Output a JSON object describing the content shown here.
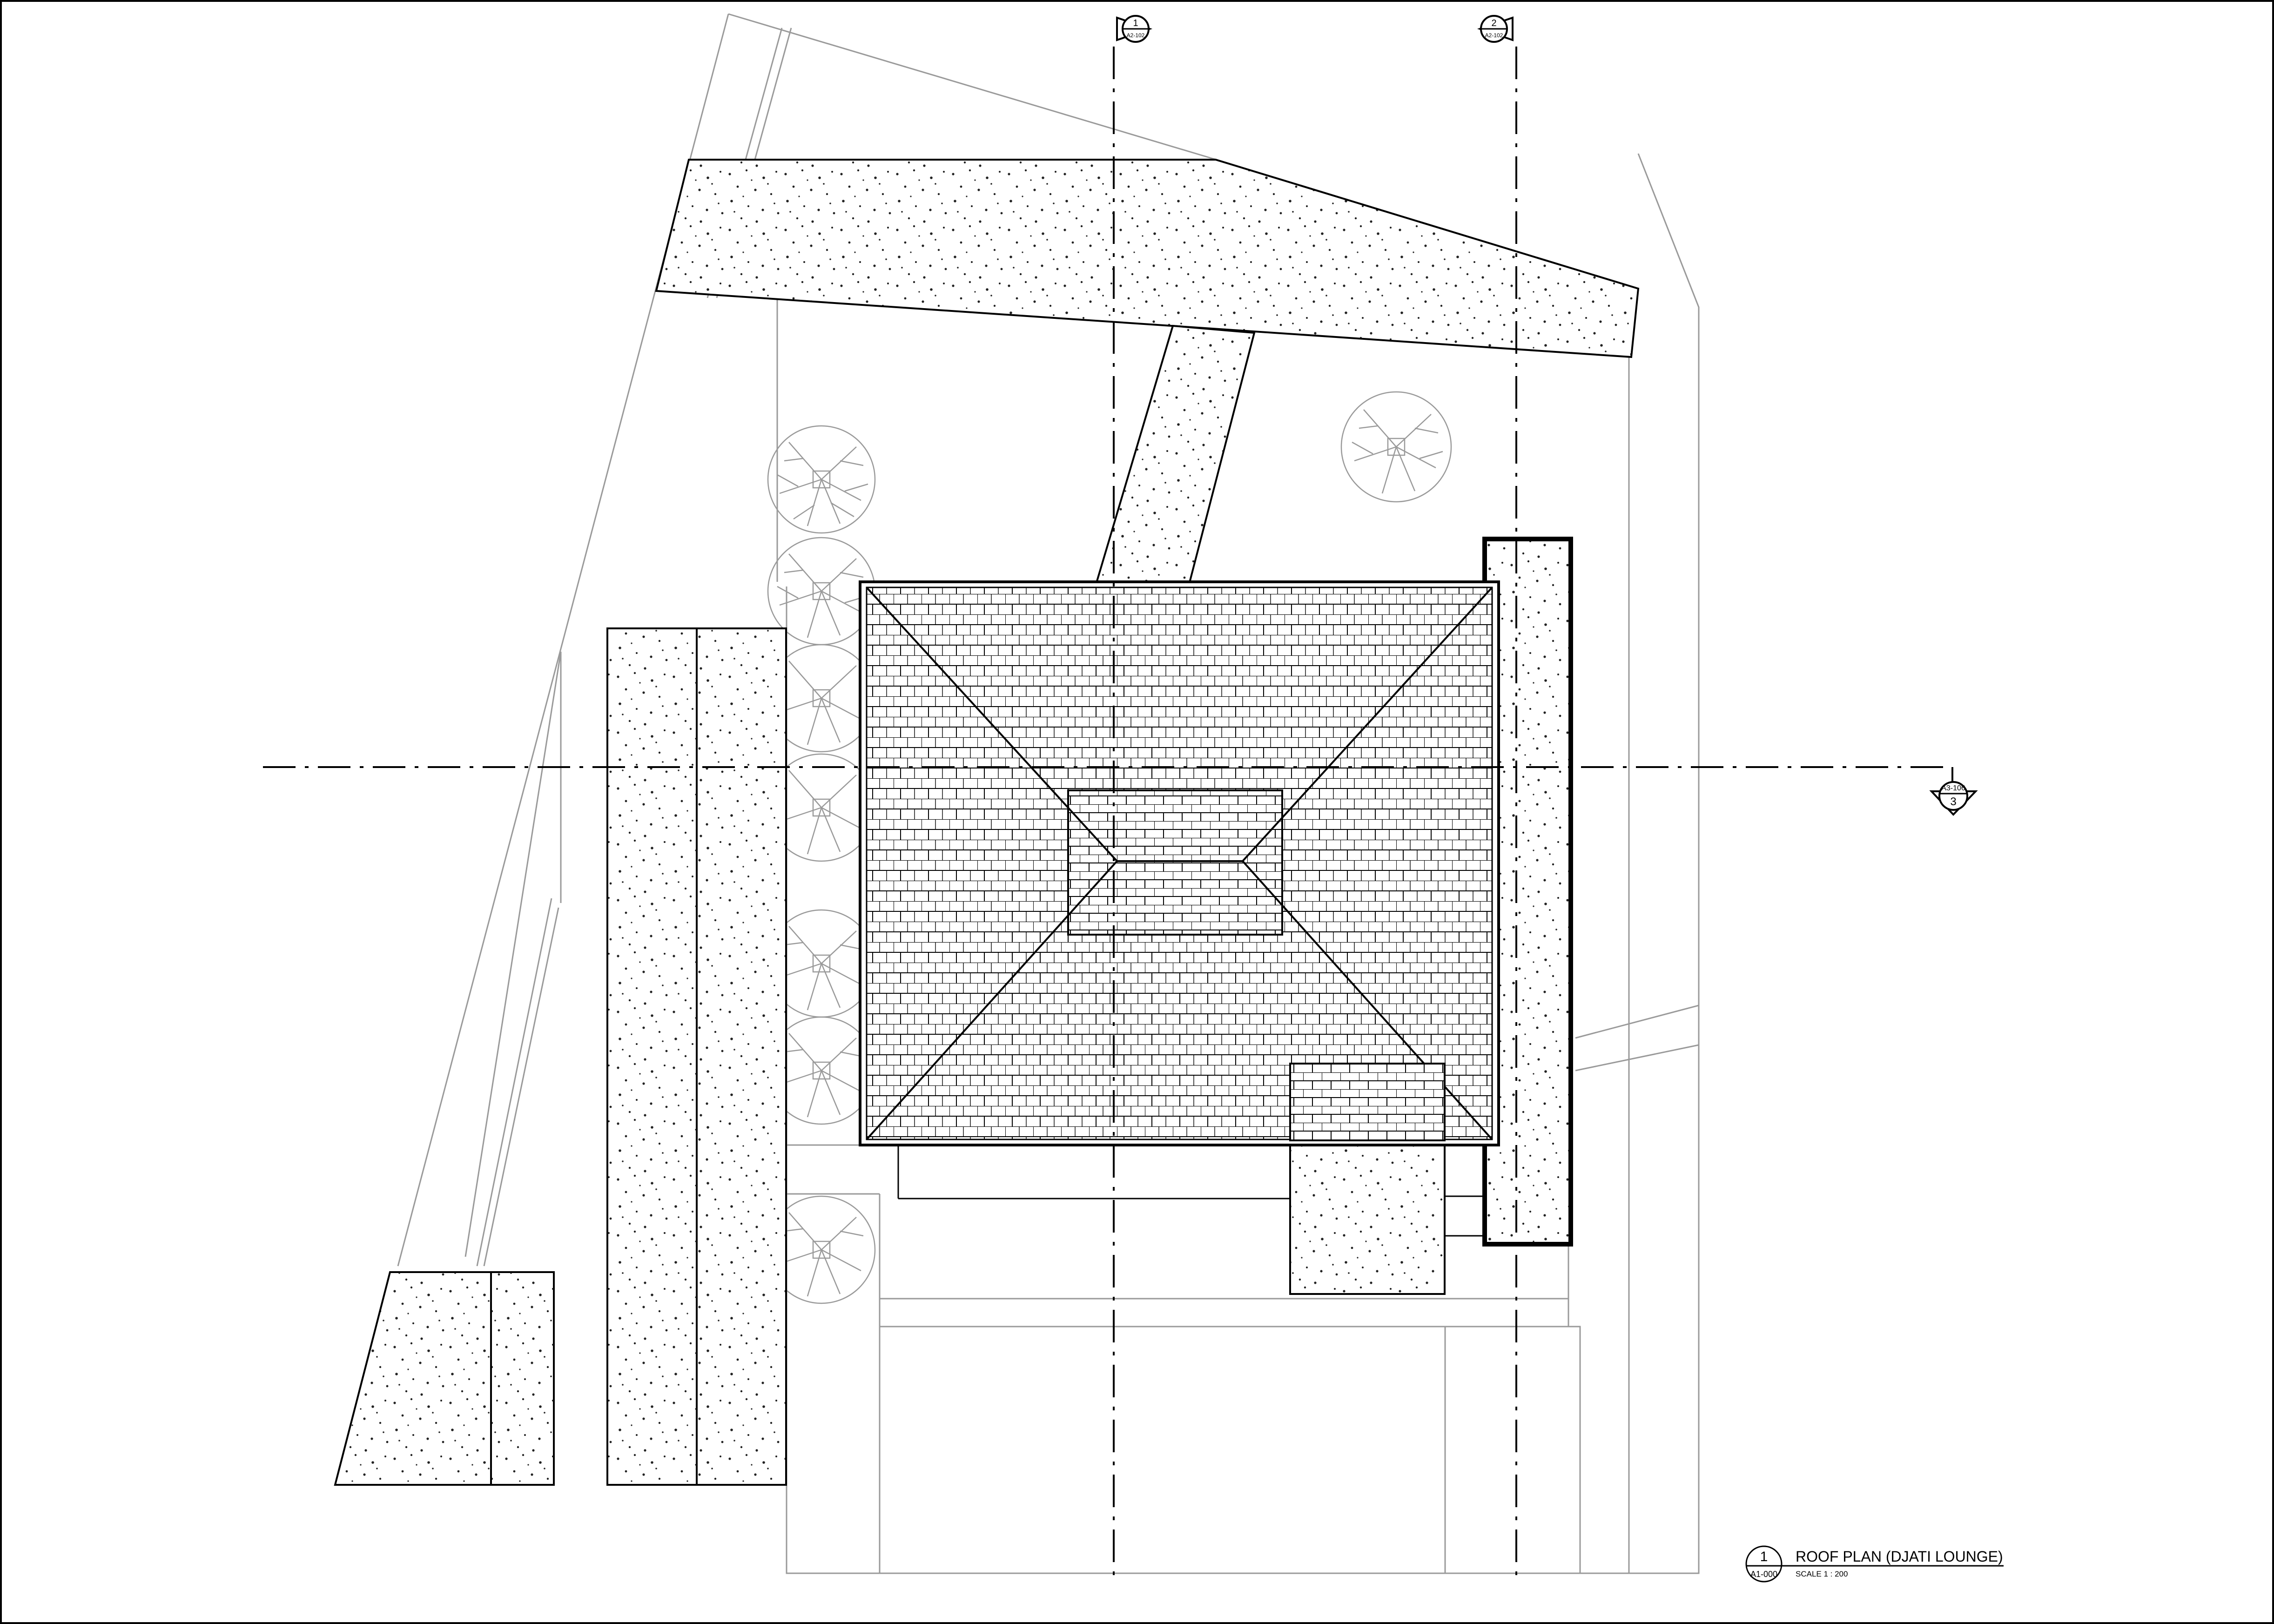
{
  "title_block": {
    "view_number": "1",
    "sheet_ref": "A1-000",
    "title": "ROOF PLAN (DJATI LOUNGE)",
    "scale": "SCALE 1 : 200"
  },
  "grid_markers": {
    "top_left": {
      "number": "1",
      "sheet": "A2-102"
    },
    "top_right": {
      "number": "2",
      "sheet": "A2-102"
    }
  },
  "section_marker": {
    "sheet": "A3-106",
    "number": "3"
  },
  "colors": {
    "line": "#000000",
    "light_line": "#9a9a9a",
    "hatch_dot": "#222222",
    "background": "#ffffff"
  }
}
